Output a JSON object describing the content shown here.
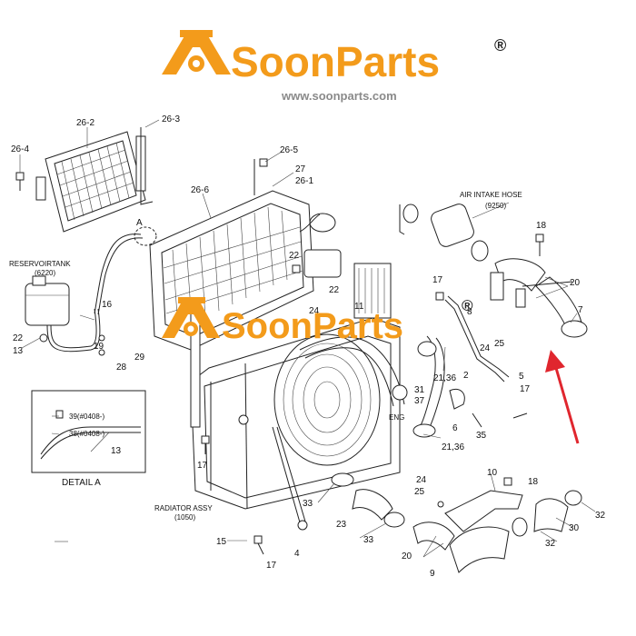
{
  "brand": {
    "name": "SoonParts",
    "registered": "®",
    "website": "www.soonparts.com",
    "color": "#f39b1b",
    "web_color": "#8a8a8a"
  },
  "diagram": {
    "part_labels": [
      "26-2",
      "26-3",
      "26-4",
      "26-5",
      "27",
      "26-1",
      "26-6",
      "A",
      "22",
      "22",
      "24",
      "11",
      "RESERVOIRTANK",
      "(6220)",
      "16",
      "22",
      "13",
      "19",
      "28",
      "29",
      "AIR INTAKE HOSE",
      "(9250)",
      "18",
      "17",
      "20",
      "7",
      "8",
      "24",
      "25",
      "21,36",
      "2",
      "5",
      "31",
      "37",
      "ENG",
      "6",
      "35",
      "17",
      "21,36",
      "39(#0408-)",
      "38(#0408-)",
      "13",
      "DETAIL A",
      "17",
      "RADIATOR ASSY",
      "(1050)",
      "33",
      "23",
      "33",
      "15",
      "17",
      "4",
      "24",
      "25",
      "10",
      "18",
      "32",
      "30",
      "32",
      "20",
      "9"
    ],
    "accent_arrow_color": "#e0262e"
  }
}
